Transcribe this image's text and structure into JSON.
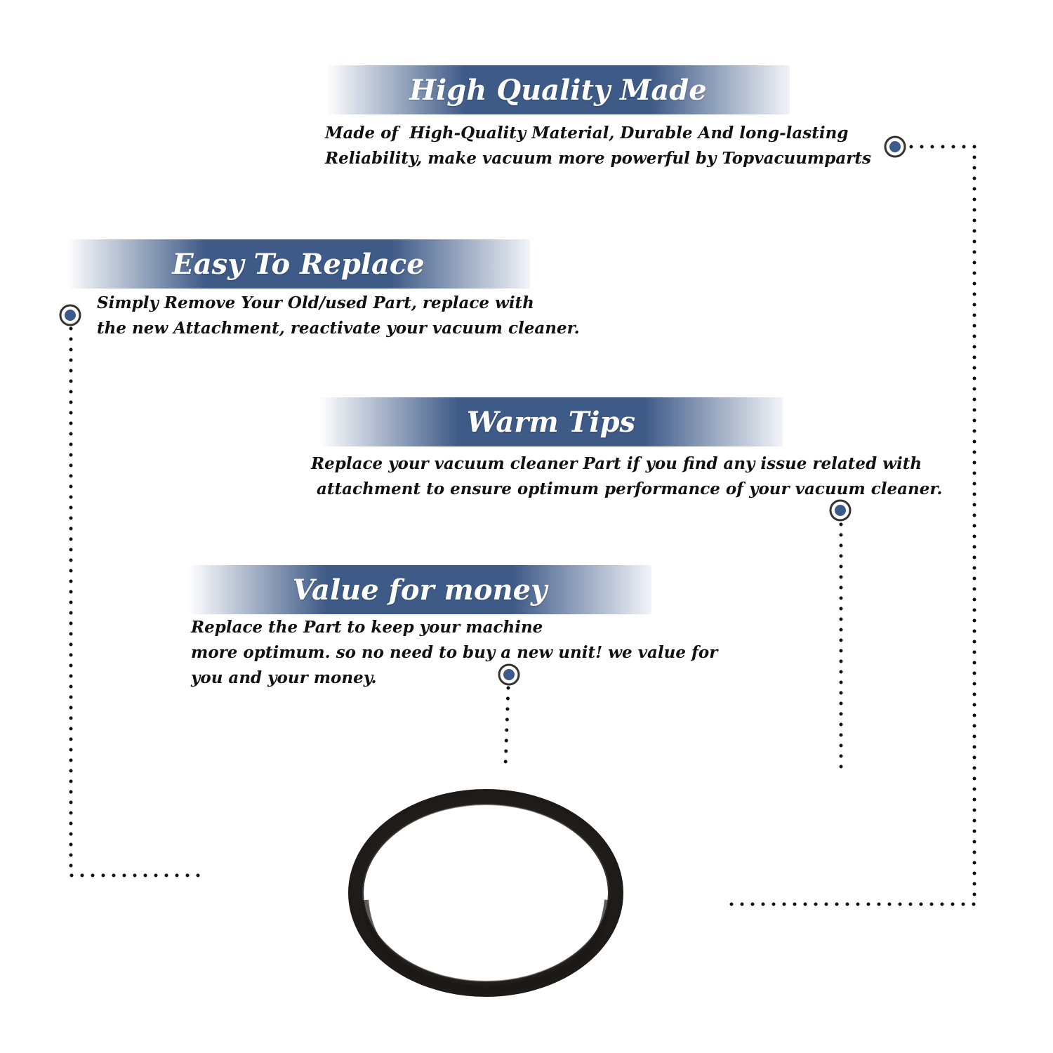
{
  "colors": {
    "banner_dark": "#3e5a87",
    "banner_light": "#ffffff",
    "dot_fill": "#3d5a8c",
    "dot_ring": "#333333",
    "dotted_line": "#111111",
    "belt": "#2a2624",
    "text": "#111111"
  },
  "features": [
    {
      "title": "High Quality Made",
      "lines": [
        "Made of  High-Quality Material, Durable And long-lasting",
        "Reliability, make vacuum more powerful by Topvacuumparts"
      ]
    },
    {
      "title": "Easy To Replace",
      "lines": [
        "Simply Remove Your Old/used Part, replace with",
        "the new Attachment, reactivate your vacuum cleaner."
      ]
    },
    {
      "title": "Warm Tips",
      "lines": [
        "Replace your vacuum cleaner Part if you find any issue related with",
        " attachment to ensure optimum performance of your vacuum cleaner."
      ]
    },
    {
      "title": "Value for money",
      "lines": [
        "Replace the Part to keep your machine",
        "more optimum. so no need to buy a new unit! we value for",
        "you and your money."
      ]
    }
  ],
  "icons": {
    "marker": "target-dot-icon",
    "product": "vacuum-belt-image"
  }
}
